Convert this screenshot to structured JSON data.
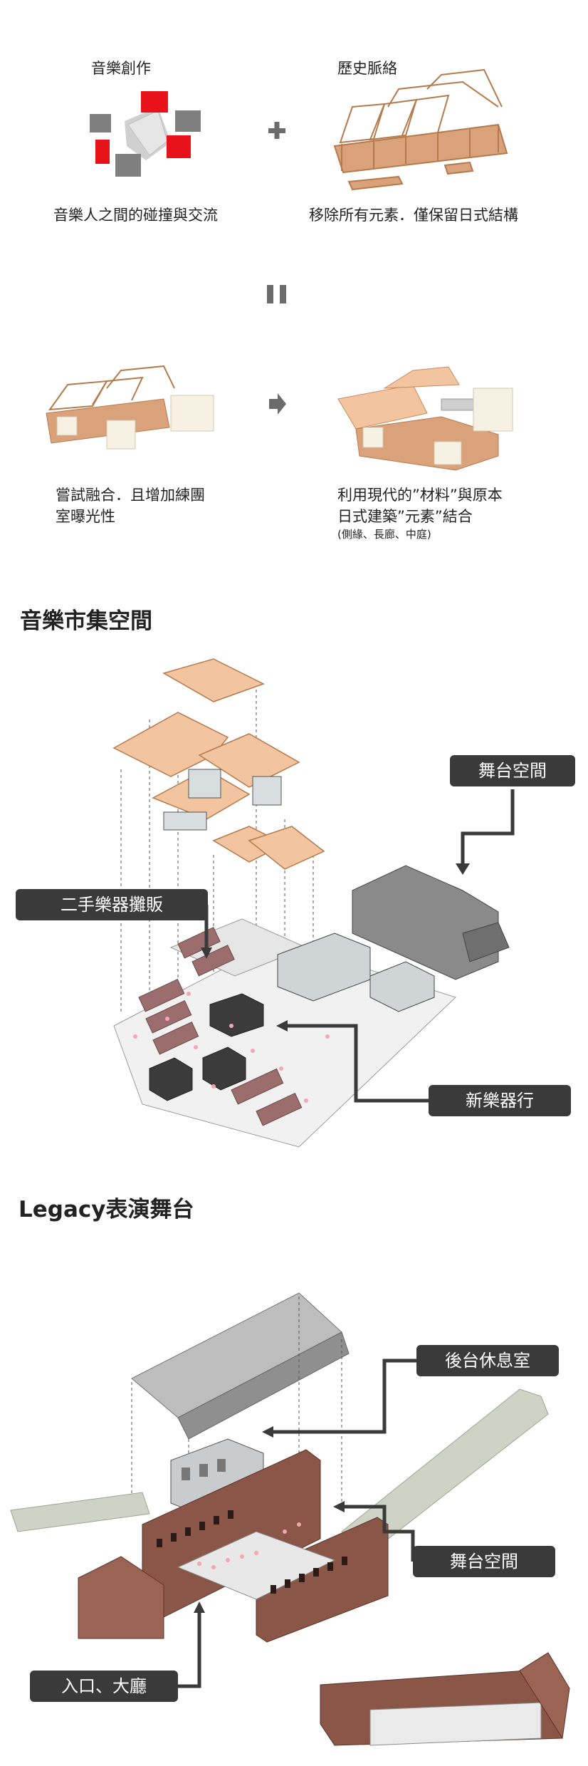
{
  "concept": {
    "music_creation": "音樂創作",
    "history_context": "歷史脈絡",
    "musician_interaction": "音樂人之間的碰撞與交流",
    "remove_elements": "移除所有元素．僅保留日式結構",
    "merge_line1": "嘗試融合．且增加練團",
    "merge_line2": "室曝光性",
    "modern_line1": "利用現代的”材料”與原本",
    "modern_line2": "日式建築”元素”結合",
    "modern_note": "(側緣、長廊、中庭)",
    "plus_symbol": "+",
    "equals_symbol": "="
  },
  "market": {
    "title": "音樂市集空間",
    "stage": "舞台空間",
    "secondhand": "二手樂器攤販",
    "new_shop": "新樂器行"
  },
  "legacy": {
    "title": "Legacy表演舞台",
    "backstage": "後台休息室",
    "stage": "舞台空間",
    "entrance": "入口、大廳"
  },
  "colors": {
    "accent_red": "#e8121b",
    "block_gray": "#7f7f7f",
    "wood": "#d9a27a",
    "roof": "#f2c4a0",
    "brick": "#8a5647",
    "callout_bg": "#3a3a3a"
  }
}
